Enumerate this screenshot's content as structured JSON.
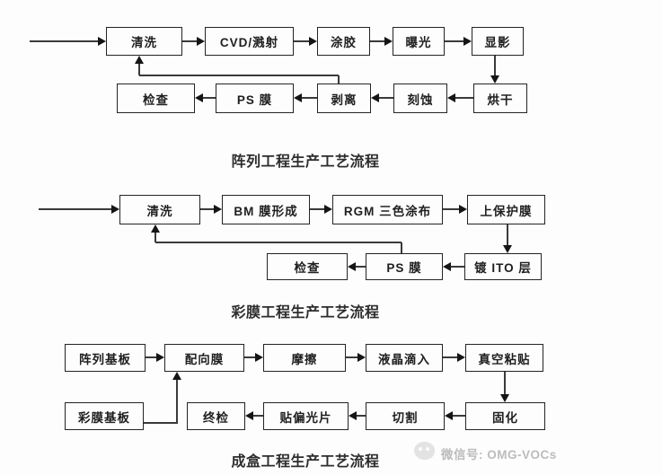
{
  "charts": [
    {
      "title": "阵列工程生产工艺流程",
      "row1": [
        "清洗",
        "CVD/溅射",
        "涂胶",
        "曝光",
        "显影"
      ],
      "row2": [
        "检查",
        "PS 膜",
        "剥离",
        "刻蚀",
        "烘干"
      ]
    },
    {
      "title": "彩膜工程生产工艺流程",
      "row1": [
        "清洗",
        "BM 膜形成",
        "RGM 三色涂布",
        "上保护膜"
      ],
      "row2": [
        "检查",
        "PS 膜",
        "镀 ITO 层"
      ]
    },
    {
      "title": "成盒工程生产工艺流程",
      "row1": [
        "阵列基板",
        "配向膜",
        "摩擦",
        "液晶滴入",
        "真空粘贴"
      ],
      "row2": [
        "彩膜基板",
        "终检",
        "贴偏光片",
        "切割",
        "固化"
      ]
    }
  ],
  "watermark": {
    "icon": "wechat-icon",
    "label": "微信号: OMG-VOCs"
  },
  "colors": {
    "line": "#3a3a3a",
    "box_border": "#242424",
    "text": "#1f1f1f",
    "watermark_text": "#bcbcbc"
  }
}
